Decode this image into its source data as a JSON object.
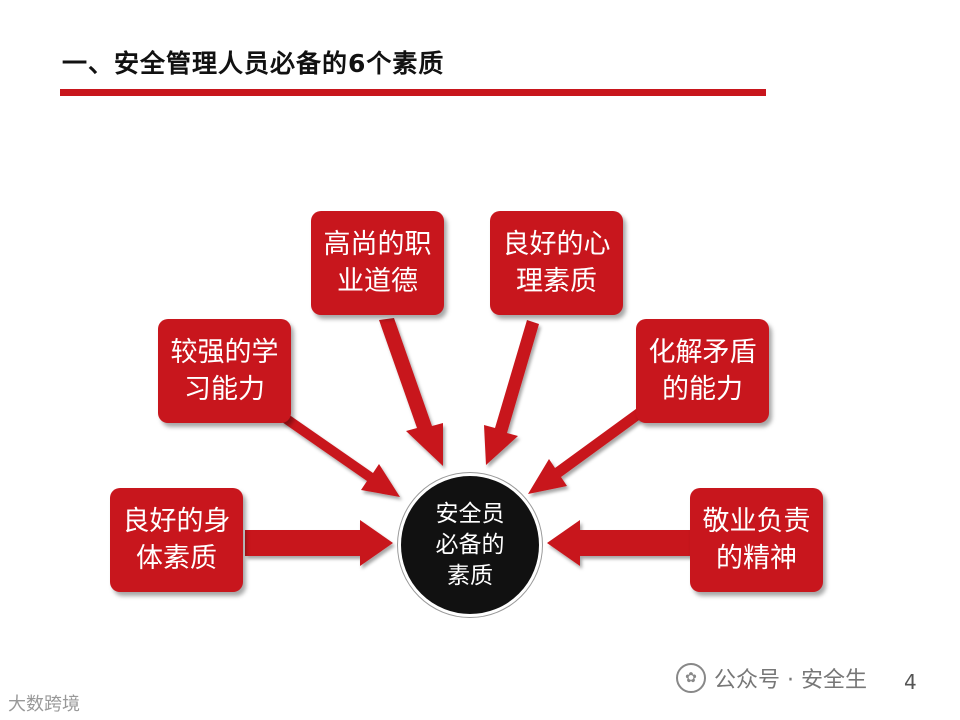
{
  "title": "一、安全管理人员必备的6个素质",
  "center": {
    "lines": [
      "安全员",
      "必备的",
      "素质"
    ]
  },
  "qualities": [
    {
      "lines": [
        "良好的身",
        "体素质"
      ]
    },
    {
      "lines": [
        "较强的学",
        "习能力"
      ]
    },
    {
      "lines": [
        "高尚的职",
        "业道德"
      ]
    },
    {
      "lines": [
        "良好的心",
        "理素质"
      ]
    },
    {
      "lines": [
        "化解矛盾",
        "的能力"
      ]
    },
    {
      "lines": [
        "敬业负责",
        "的精神"
      ]
    }
  ],
  "watermark": {
    "right": "公众号 · 安全生",
    "left": "大数跨境",
    "page": "4"
  },
  "colors": {
    "accent": "#c8161d",
    "center_fill": "#111111"
  }
}
